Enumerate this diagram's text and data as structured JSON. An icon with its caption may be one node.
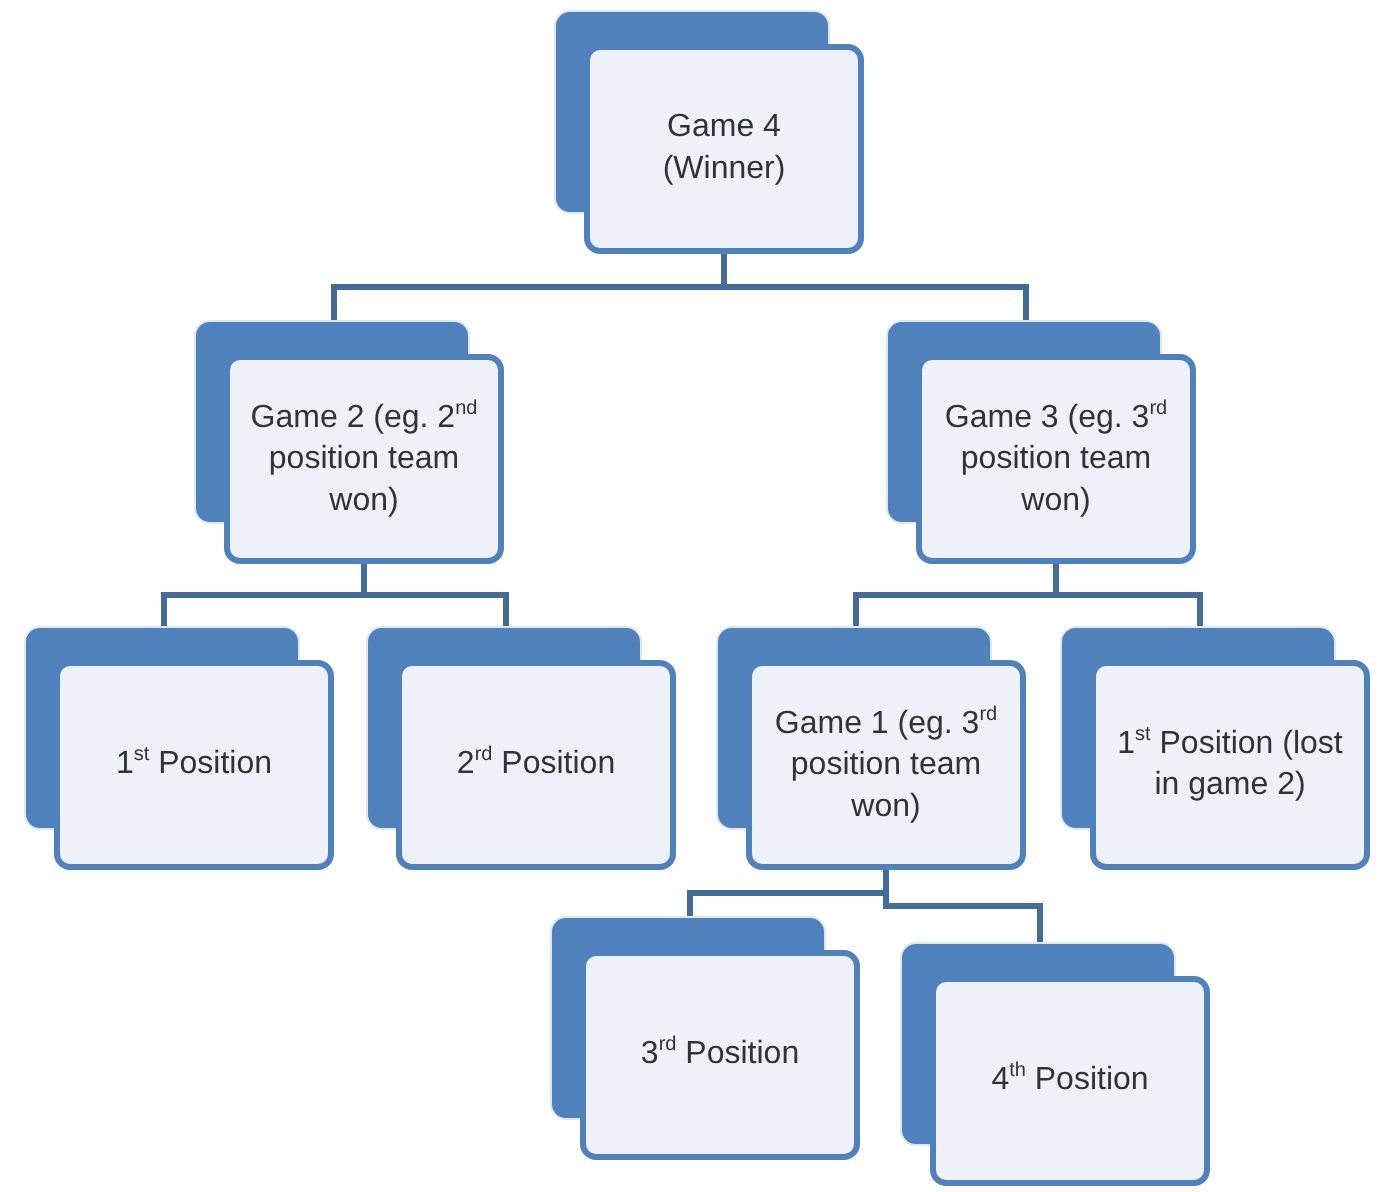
{
  "diagram": {
    "nodes": [
      {
        "text": [
          "Game 4 (Winner)"
        ]
      },
      {
        "text": [
          "Game 2 (eg. 2$^{nd}$ position team won)"
        ]
      },
      {
        "text": [
          "Game 3 (eg. 3$^{rd}$ position team won)"
        ]
      },
      {
        "text": [
          "1$^{st}$ Position"
        ]
      },
      {
        "text": [
          "2$^{rd}$ Position"
        ]
      },
      {
        "text": [
          "Game 1 (eg. 3$^{rd}$ position team won)"
        ]
      },
      {
        "text": [
          "1$^{st}$ Position (lost in game 2)"
        ]
      },
      {
        "text": [
          "3$^{rd}$ Position"
        ]
      },
      {
        "text": [
          "4$^{th}$ Position"
        ]
      }
    ],
    "edges": [
      {
        "from": 0,
        "to": 1,
        "arrow": "none"
      },
      {
        "from": 0,
        "to": 2,
        "arrow": "none"
      },
      {
        "from": 1,
        "to": 3,
        "arrow": "none"
      },
      {
        "from": 1,
        "to": 4,
        "arrow": "none"
      },
      {
        "from": 2,
        "to": 5,
        "arrow": "none"
      },
      {
        "from": 2,
        "to": 6,
        "arrow": "none"
      },
      {
        "from": 5,
        "to": 7,
        "arrow": "none"
      },
      {
        "from": 5,
        "to": 8,
        "arrow": "none"
      }
    ]
  }
}
